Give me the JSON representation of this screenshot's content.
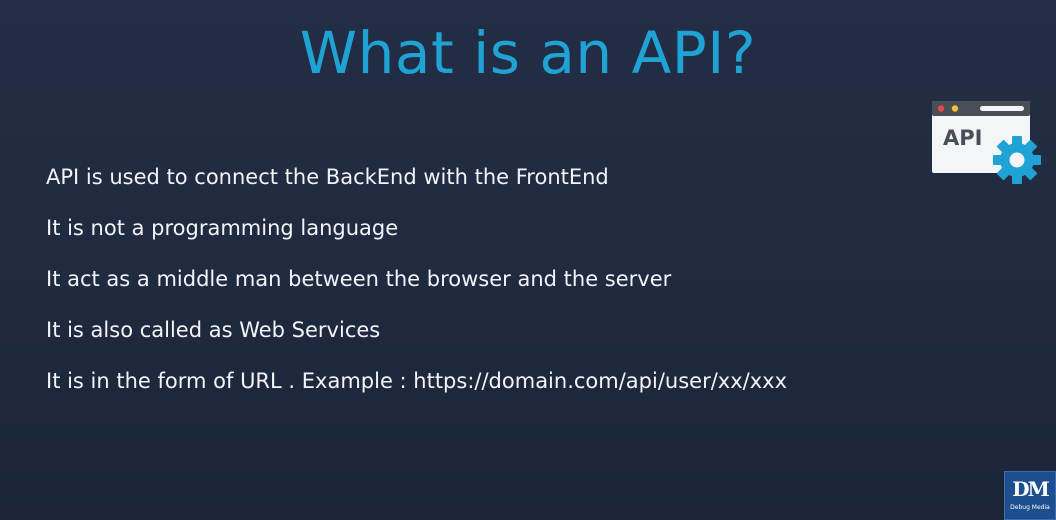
{
  "slide": {
    "title": "What is an API?",
    "bullets": [
      "API is used to connect the BackEnd with the FrontEnd",
      "It is not a programming language",
      "It act as a middle man between the browser and the server",
      "It is also called as Web Services",
      "It is in the form of URL . Example : https://domain.com/api/user/xx/xxx"
    ]
  },
  "api_icon": {
    "label": "API",
    "icon": "api-window-gear-icon"
  },
  "watermark": {
    "mark": "DM",
    "text": "Debug Media"
  },
  "colors": {
    "background": "#222c42",
    "title": "#1fa3d4",
    "text": "#f2f4f8",
    "gear": "#1fa3d4",
    "logo": "#1d4f8f"
  }
}
